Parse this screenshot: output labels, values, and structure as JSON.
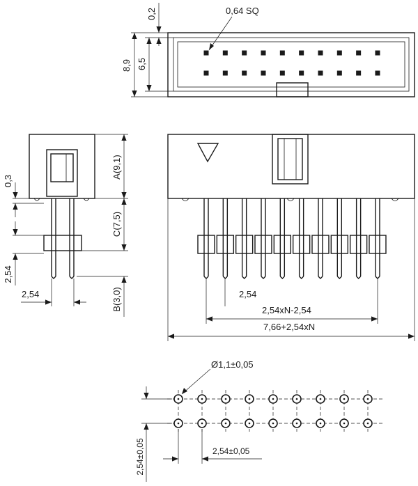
{
  "labels": {
    "top_pin_size": "0,64 SQ",
    "top_gap": "0,2",
    "top_height": "8,9",
    "top_inner_height": "6,5",
    "side_offset": "0,3",
    "side_pitch": "2,54",
    "side_bottom_pitch": "2,54",
    "dim_A": "A(9,1)",
    "dim_C": "C(7,5)",
    "dim_B": "B(3,0)",
    "front_pitch": "2,54",
    "front_span": "2,54xN-2,54",
    "front_total": "7,66+2,54xN",
    "hole_dia": "Ø1,1±0,05",
    "pcb_pitch_x": "2,54±0,05",
    "pcb_pitch_y": "2,54±0,05"
  },
  "colors": {
    "line": "#1a1a1a",
    "background": "#ffffff"
  }
}
